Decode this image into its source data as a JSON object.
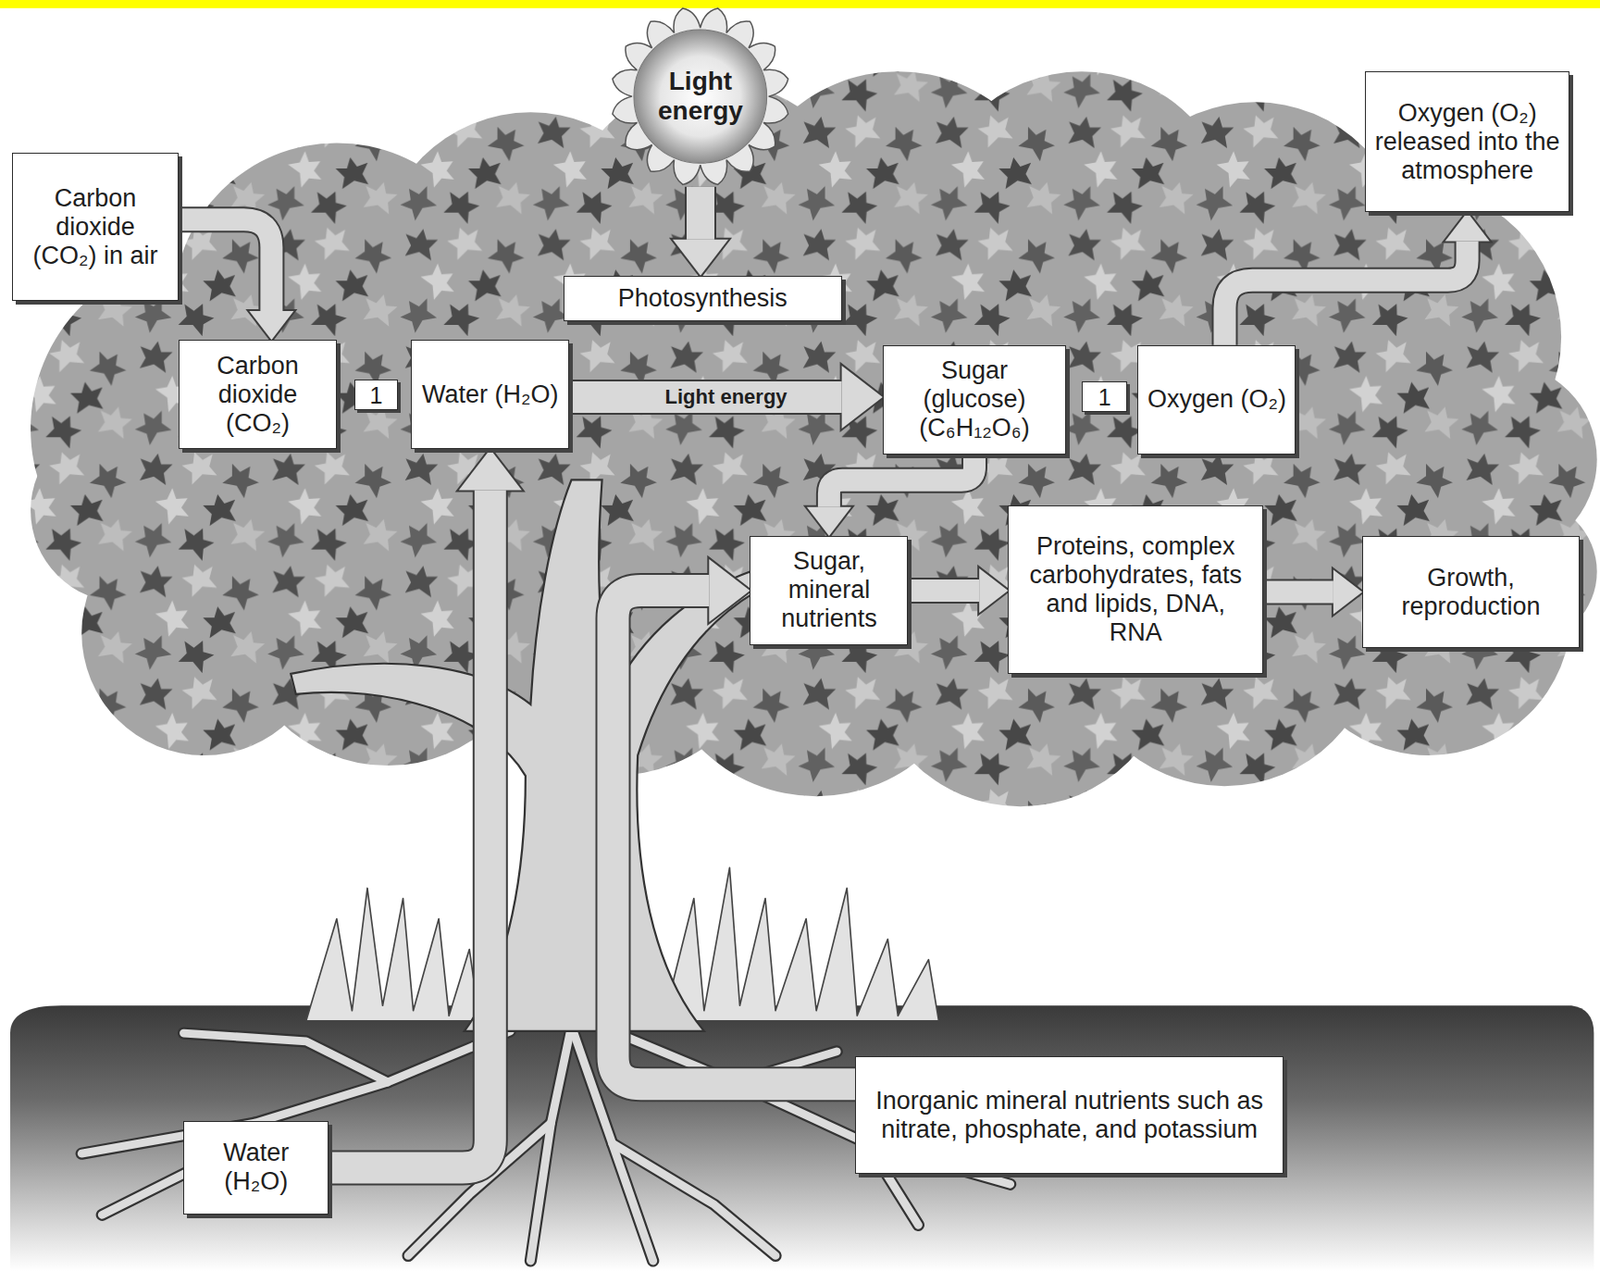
{
  "diagram": {
    "nodes": [
      {
        "text": [
          "Light energy"
        ]
      },
      {
        "text": [
          "Oxygen (O₂) released into the atmosphere"
        ]
      },
      {
        "text": [
          "Carbon dioxide (CO₂) in air"
        ]
      },
      {
        "text": [
          "Photosynthesis"
        ]
      },
      {
        "text": [
          "Carbon dioxide (CO₂)"
        ]
      },
      {
        "text": [
          "1"
        ]
      },
      {
        "text": [
          "Water (H₂O)"
        ]
      },
      {
        "text": [
          "Sugar (glucose) (C₆H₁₂O₆)"
        ]
      },
      {
        "text": [
          "1"
        ]
      },
      {
        "text": [
          "Oxygen (O₂)"
        ]
      },
      {
        "text": [
          "Sugar, mineral nutrients"
        ]
      },
      {
        "text": [
          "Proteins, complex carbohydrates, fats and lipids, DNA, RNA"
        ]
      },
      {
        "text": [
          "Growth, reproduction"
        ]
      },
      {
        "text": [
          "Inorganic mineral nutrients such as nitrate, phosphate, and potassium"
        ]
      },
      {
        "text": [
          "Water (H₂O)"
        ]
      }
    ],
    "edges": [
      {
        "from": 2,
        "to": 4,
        "arrow": "to"
      },
      {
        "from": 0,
        "to": 3,
        "arrow": "to"
      },
      {
        "from": 6,
        "to": 7,
        "label": "Light energy",
        "arrow": "to"
      },
      {
        "from": 9,
        "to": 1,
        "arrow": "to"
      },
      {
        "from": 7,
        "to": 10,
        "arrow": "to"
      },
      {
        "from": 10,
        "to": 11,
        "arrow": "to"
      },
      {
        "from": 11,
        "to": 12,
        "arrow": "to"
      },
      {
        "from": 14,
        "to": 6,
        "arrow": "to"
      },
      {
        "from": 13,
        "to": 10,
        "arrow": "to"
      }
    ]
  }
}
